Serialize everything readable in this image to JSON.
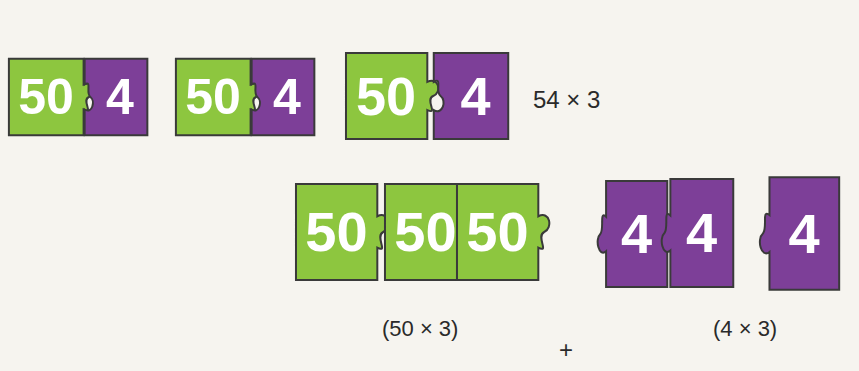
{
  "diagram": {
    "nodes": [
      {
        "text": [
          "50"
        ]
      },
      {
        "text": [
          "4"
        ]
      },
      {
        "text": [
          "50"
        ]
      },
      {
        "text": [
          "4"
        ]
      },
      {
        "text": [
          "50"
        ]
      },
      {
        "text": [
          "4"
        ]
      },
      {
        "text": [
          "50"
        ]
      },
      {
        "text": [
          "50"
        ]
      },
      {
        "text": [
          "50"
        ]
      },
      {
        "text": [
          "4"
        ]
      },
      {
        "text": [
          "4"
        ]
      },
      {
        "text": [
          "4"
        ]
      }
    ],
    "labels": [
      "54 × 3",
      "(50 × 3)",
      "+",
      "(4 × 3)"
    ]
  }
}
